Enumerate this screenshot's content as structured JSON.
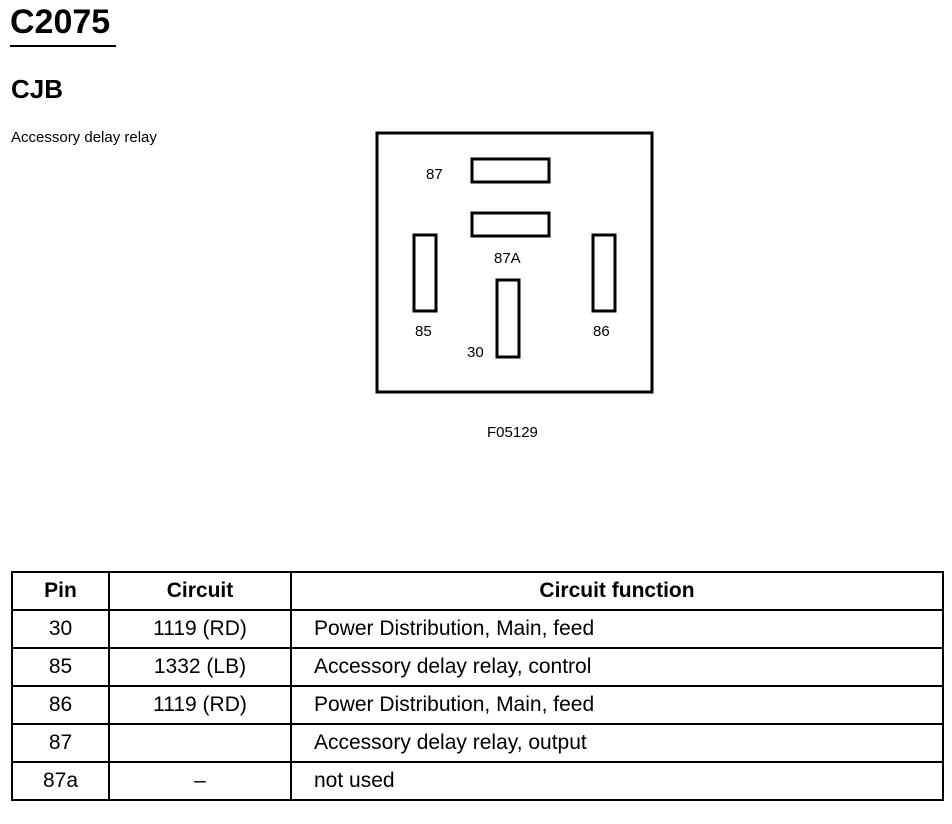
{
  "header": {
    "connector_id": "C2075",
    "location": "CJB",
    "description": "Accessory delay relay"
  },
  "diagram": {
    "figure_id": "F05129",
    "pins": {
      "p87": "87",
      "p87a": "87A",
      "p85": "85",
      "p86": "86",
      "p30": "30"
    }
  },
  "table": {
    "headers": {
      "pin": "Pin",
      "circuit": "Circuit",
      "function": "Circuit function"
    },
    "rows": [
      {
        "pin": "30",
        "circuit": "1119 (RD)",
        "function": "Power Distribution, Main, feed"
      },
      {
        "pin": "85",
        "circuit": "1332 (LB)",
        "function": "Accessory delay relay, control"
      },
      {
        "pin": "86",
        "circuit": "1119 (RD)",
        "function": "Power Distribution, Main, feed"
      },
      {
        "pin": "87",
        "circuit": "",
        "function": "Accessory delay relay, output"
      },
      {
        "pin": "87a",
        "circuit": "–",
        "function": "not used"
      }
    ]
  }
}
